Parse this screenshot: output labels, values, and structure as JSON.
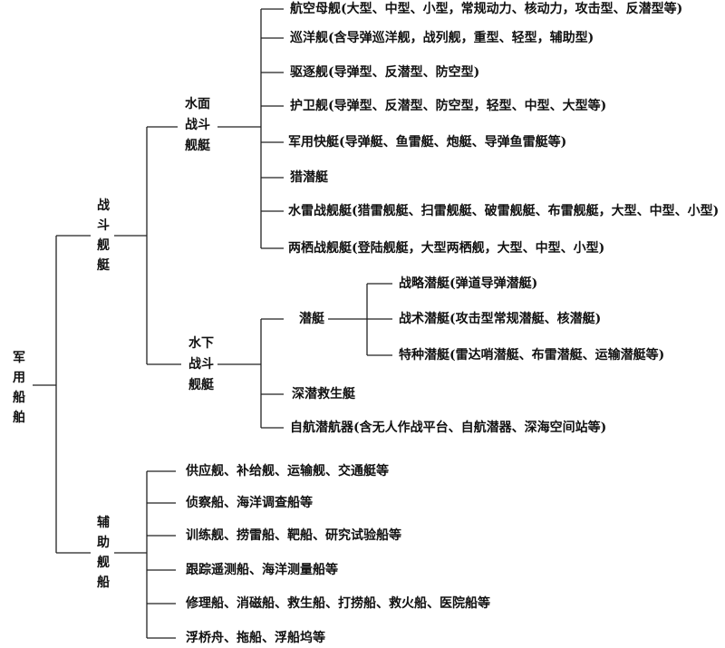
{
  "root": "军用船舶",
  "combat": {
    "label": "战斗舰艇",
    "surface": {
      "label_lines": [
        "水面",
        "战斗",
        "舰艇"
      ],
      "items": [
        "航空母舰(大型、中型、小型，常规动力、核动力，攻击型、反潜型等)",
        "巡洋舰(含导弹巡洋舰，战列舰，重型、轻型，辅助型)",
        "驱逐舰(导弹型、反潜型、防空型)",
        "护卫舰(导弹型、反潜型、防空型，轻型、中型、大型等)",
        "军用快艇(导弹艇、鱼雷艇、炮艇、导弹鱼雷艇等)",
        "猎潜艇",
        "水雷战舰艇(猎雷舰艇、扫雷舰艇、破雷舰艇、布雷舰艇，大型、中型、小型)",
        "两栖战舰艇(登陆舰艇，大型两栖舰，大型、中型、小型)"
      ]
    },
    "underwater": {
      "label_lines": [
        "水下",
        "战斗",
        "舰艇"
      ],
      "submarine": {
        "label": "潜艇",
        "items": [
          "战略潜艇(弹道导弹潜艇)",
          "战术潜艇(攻击型常规潜艇、核潜艇)",
          "特种潜艇(雷达哨潜艇、布雷潜艇、运输潜艇等)"
        ]
      },
      "items": [
        "深潜救生艇",
        "自航潜航器(含无人作战平台、自航潜器、深海空间站等)"
      ]
    }
  },
  "auxiliary": {
    "label": "辅助舰船",
    "items": [
      "供应舰、补给舰、运输舰、交通艇等",
      "侦察船、海洋调查船等",
      "训练舰、捞雷船、靶船、研究试验船等",
      "跟踪遥测船、海洋测量船等",
      "修理船、消磁船、救生船、打捞船、救火船、医院船等",
      "浮桥舟、拖船、浮船坞等"
    ]
  }
}
